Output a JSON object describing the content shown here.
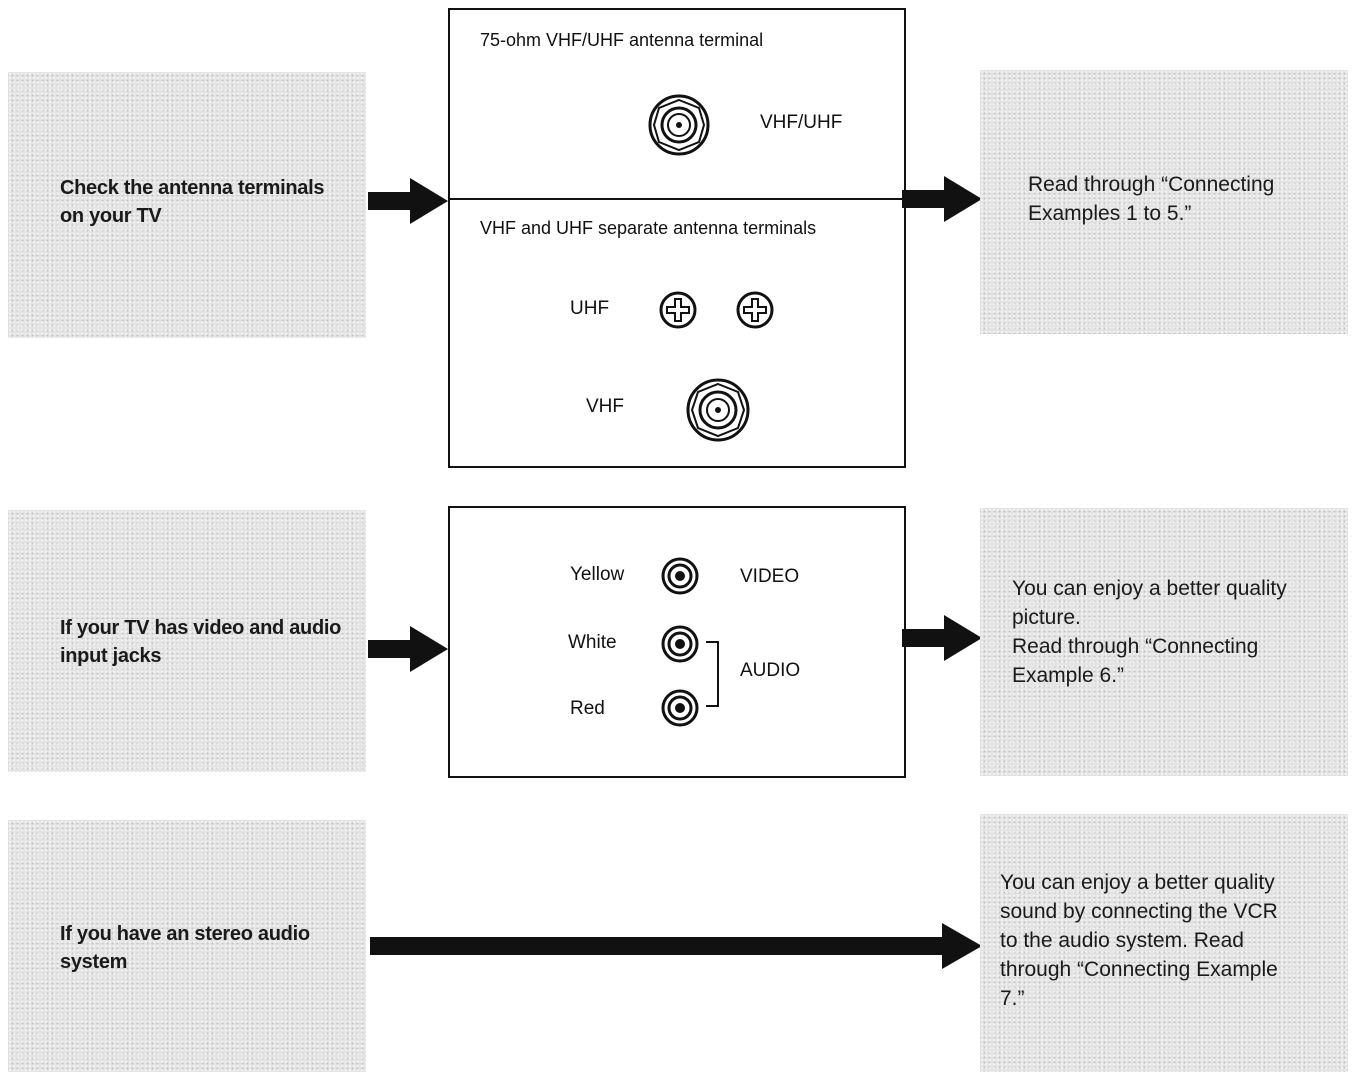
{
  "row1": {
    "left_label": "Check the antenna terminals on your TV",
    "box_top_title": "75-ohm VHF/UHF antenna terminal",
    "box_top_label": "VHF/UHF",
    "box_bottom_title": "VHF and UHF separate antenna terminals",
    "uhf_label": "UHF",
    "vhf_label": "VHF",
    "right_text": "Read through “Connecting\nExamples 1 to 5.”"
  },
  "row2": {
    "left_label": "If your TV has video and audio input jacks",
    "yellow_label": "Yellow",
    "white_label": "White",
    "red_label": "Red",
    "video_label": "VIDEO",
    "audio_label": "AUDIO",
    "right_text": "You can enjoy a better quality\npicture.\nRead through “Connecting\nExample 6.”"
  },
  "row3": {
    "left_label": "If you have an stereo audio system",
    "right_text": "You can enjoy a better quality\nsound by connecting the VCR\nto the audio system. Read\nthrough “Connecting Example\n7.”"
  }
}
